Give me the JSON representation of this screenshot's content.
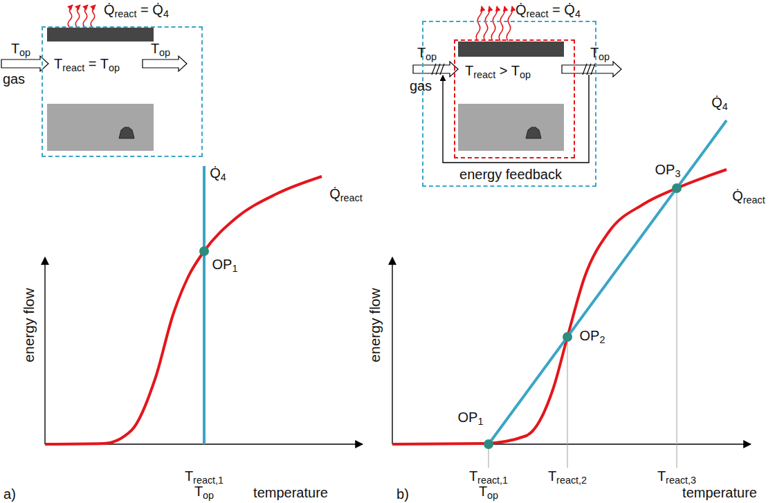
{
  "diagram": {
    "nodes": [
      {
        "text": [
          "Treact = Top"
        ]
      },
      {
        "text": [
          "energy feedback"
        ]
      },
      {
        "text": [
          "Treact > Top"
        ],
        "in": 1
      }
    ],
    "labels": [
      "Q̇react = Q̇4",
      "Top",
      "gas",
      "Top",
      "Q̇4",
      "Q̇react",
      "OP1",
      "energy flow",
      "Treact,1",
      "Top",
      "temperature",
      "a)",
      "Q̇react = Q̇4",
      "Top",
      "gas",
      "Top",
      "Q̇4",
      "OP3",
      "Q̇react",
      "energy flow",
      "OP2",
      "OP1",
      "Treact,1",
      "Top",
      "Treact,2",
      "Treact,3",
      "temperature",
      "b)"
    ]
  }
}
